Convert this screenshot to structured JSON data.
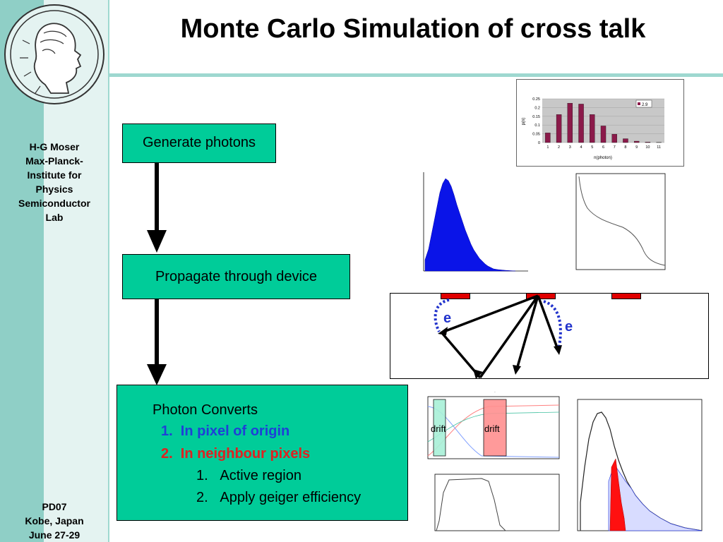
{
  "slide": {
    "title": "Monte Carlo Simulation of cross talk",
    "author_lines": [
      "H-G Moser",
      "Max-Planck-",
      "Institute for",
      "Physics",
      "Semiconductor",
      "Lab"
    ],
    "footer_lines": [
      "PD07",
      "Kobe, Japan",
      "June 27-29"
    ]
  },
  "flow": {
    "step1": "Generate photons",
    "step2": "Propagate through device",
    "step3_heading": "Photon Converts",
    "item1": "In pixel of origin",
    "item2": "In neighbour pixels",
    "sub1": "Active region",
    "sub2": "Apply geiger efficiency",
    "item1_color": "#1f3fd8",
    "item2_color": "#e02020",
    "box_color": "#00cc99"
  },
  "device": {
    "electron_label_left": "e",
    "electron_label_right": "e",
    "label_color": "#2233cc"
  },
  "drift_labels": {
    "left": "drift",
    "right": "drift"
  },
  "chart_data": [
    {
      "type": "bar",
      "categories": [
        "1",
        "2",
        "3",
        "4",
        "5",
        "6",
        "7",
        "8",
        "9",
        "10",
        "11"
      ],
      "series": [
        {
          "name": "2.9",
          "values": [
            0.055,
            0.16,
            0.225,
            0.22,
            0.16,
            0.095,
            0.048,
            0.022,
            0.008,
            0.003,
            0.001
          ]
        }
      ],
      "xlabel": "n(photon)",
      "ylabel": "p(n)",
      "ylim": [
        0,
        0.25
      ],
      "yticks": [
        "0",
        "0.05",
        "0.1",
        "0.15",
        "0.2",
        "0.25"
      ],
      "grid": true,
      "legend": "top-right",
      "color": "#8b1a4a"
    }
  ]
}
